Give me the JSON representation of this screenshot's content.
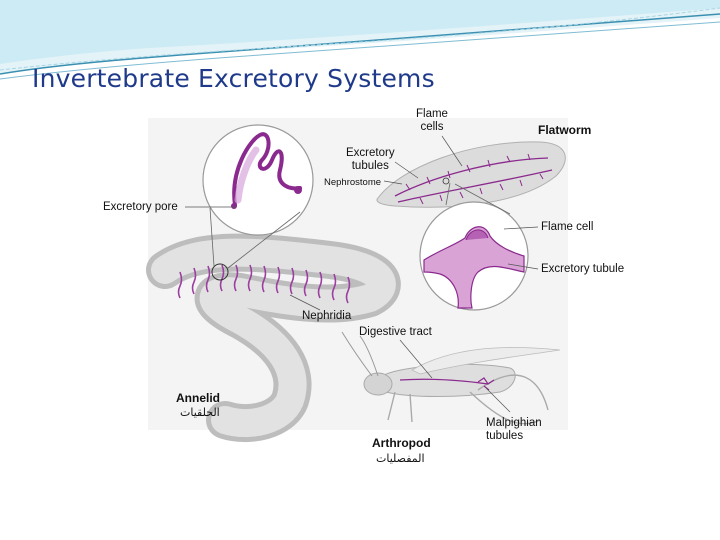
{
  "slide": {
    "title": "Invertebrate Excretory Systems"
  },
  "labels": {
    "flame_cells": "Flame\ncells",
    "flame_cells_line1": "Flame",
    "flame_cells_line2": "cells",
    "flatworm": "Flatworm",
    "excretory_tubules_line1": "Excretory",
    "excretory_tubules_line2": "tubules",
    "nephrostome": "Nephrostome",
    "excretory_pore": "Excretory pore",
    "flame_cell": "Flame cell",
    "excretory_tubule": "Excretory tubule",
    "nephridia": "Nephridia",
    "digestive_tract": "Digestive tract",
    "annelid": "Annelid",
    "annelid_arabic": "الحلقيات",
    "arthropod": "Arthropod",
    "arthropod_arabic": "المفصليات",
    "malpighian_line1": "Malpighian",
    "malpighian_line2": "tubules"
  },
  "colors": {
    "title": "#1f3a8a",
    "header_wave_dark": "#3b8fb0",
    "header_wave_light": "#bfe3ee",
    "tubule": "#8b2a8e",
    "tissue": "#e6b8e4",
    "worm_body": "#c8c8c8"
  }
}
